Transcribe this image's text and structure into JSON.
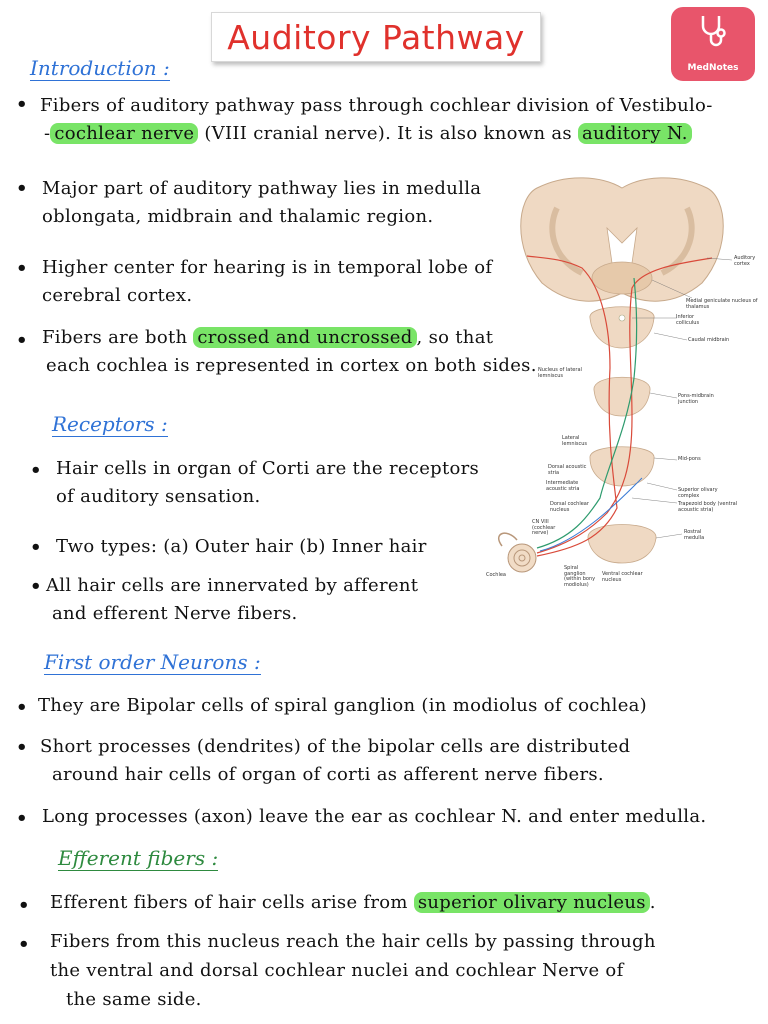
{
  "title": "Auditory Pathway",
  "logo": {
    "name": "MedNotes"
  },
  "colors": {
    "title_red": "#e0312c",
    "heading_blue": "#2f72d6",
    "heading_green": "#2e8a3f",
    "highlight_green": "#79e467",
    "logo_pink": "#e8556b"
  },
  "sections": {
    "intro": {
      "heading": "Introduction :",
      "b1": {
        "pre": "Fibers of auditory pathway pass through cochlear division of Vestibulo-",
        "pre2": "-",
        "hl1": "cochlear nerve",
        "mid": " (VIII cranial nerve). It is also known as ",
        "hl2": "auditory N."
      },
      "b2": {
        "l1": "Major part of auditory pathway lies in medulla",
        "l2": "oblongata, midbrain and thalamic region."
      },
      "b3": {
        "l1": "Higher center for hearing is in temporal lobe of",
        "l2": "cerebral cortex."
      },
      "b4": {
        "pre": "Fibers are both ",
        "hl": "crossed and uncrossed",
        "post": ", so that",
        "l2": "each cochlea is represented in cortex on both sides."
      }
    },
    "receptors": {
      "heading": "Receptors :",
      "b1": {
        "l1": "Hair cells in organ of Corti are the receptors",
        "l2": "of auditory sensation."
      },
      "b2": "Two types: (a) Outer hair (b) Inner hair",
      "b3": {
        "l1": "All hair cells are innervated by afferent",
        "l2": "and efferent Nerve fibers."
      }
    },
    "first_order": {
      "heading": "First order Neurons :",
      "b1": "They are Bipolar cells of spiral ganglion (in modiolus of cochlea)",
      "b2": {
        "l1": "Short processes (dendrites) of the bipolar cells are distributed",
        "l2": "around hair cells of organ of corti as afferent nerve fibers."
      },
      "b3": "Long processes (axon) leave the ear as cochlear N. and enter medulla."
    },
    "efferent": {
      "heading": "Efferent fibers :",
      "b1": {
        "pre": "Efferent fibers of hair cells arise from ",
        "hl": "superior olivary nucleus",
        "post": "."
      },
      "b2": {
        "l1": "Fibers from this nucleus reach the hair cells by passing through",
        "l2": "the ventral and dorsal cochlear nuclei and cochlear Nerve of",
        "l3": "the same side."
      }
    }
  },
  "figure_labels": {
    "auditory_cortex": "Auditory cortex",
    "mgn": "Medial geniculate nucleus of thalamus",
    "inf_coll": "Inferior colliculus",
    "caudal_midbrain": "Caudal midbrain",
    "nll": "Nucleus of lateral lemniscus",
    "pons_midbrain": "Pons-midbrain junction",
    "lat_lemniscus": "Lateral lemniscus",
    "mid_pons": "Mid-pons",
    "das": "Dorsal acoustic stria",
    "ias": "Intermediate acoustic stria",
    "dcn": "Dorsal cochlear nucleus",
    "soc": "Superior olivary complex",
    "trapezoid": "Trapezoid body (ventral acoustic stria)",
    "cn8": "CN VIII (cochlear nerve)",
    "rostral_medulla": "Rostral medulla",
    "cochlea": "Cochlea",
    "spiral_ganglion": "Spiral ganglion (within bony modiolus)",
    "vcn": "Ventral cochlear nucleus"
  }
}
